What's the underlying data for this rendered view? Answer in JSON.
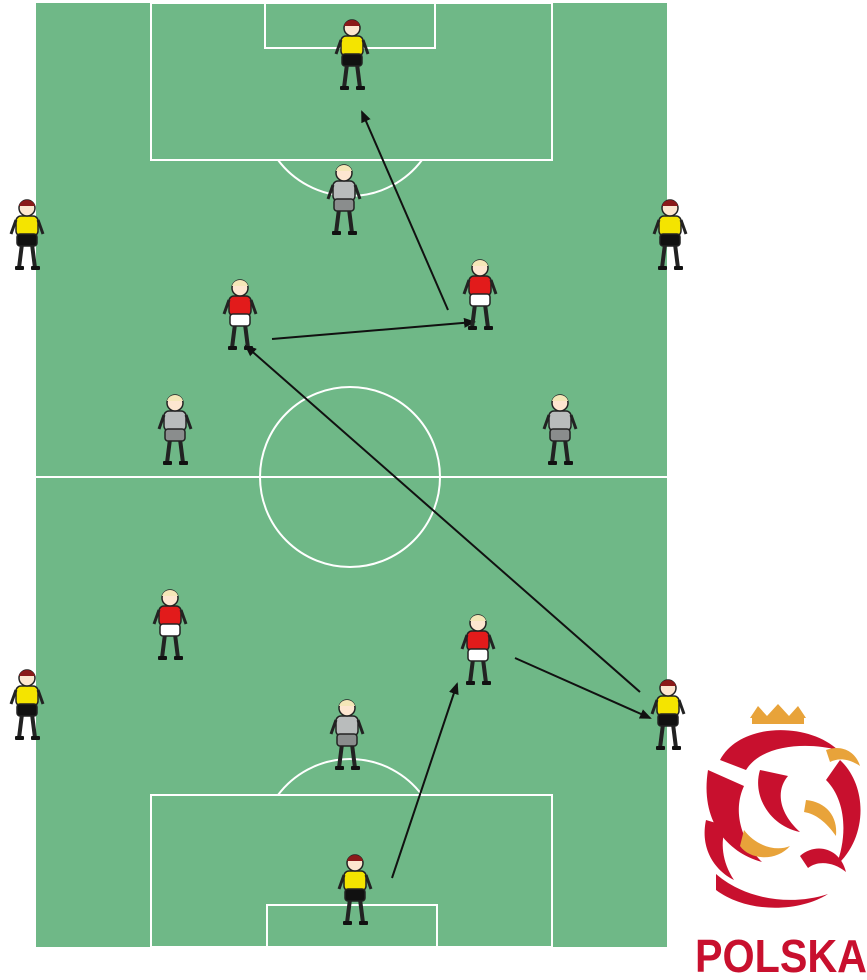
{
  "pitch": {
    "colors": {
      "grass": "#6fb887",
      "lines": "#ffffff",
      "arrow": "#111111"
    }
  },
  "players": [
    {
      "id": "gk-top",
      "role": "goalkeeper",
      "team": "yellow"
    },
    {
      "id": "grey-top-center",
      "role": "defender",
      "team": "grey"
    },
    {
      "id": "red-mid-right",
      "role": "attacker",
      "team": "red"
    },
    {
      "id": "red-mid-left",
      "role": "attacker",
      "team": "red"
    },
    {
      "id": "grey-mid-left",
      "role": "defender",
      "team": "grey"
    },
    {
      "id": "grey-mid-right",
      "role": "defender",
      "team": "grey"
    },
    {
      "id": "red-low-left",
      "role": "attacker",
      "team": "red"
    },
    {
      "id": "red-low-right",
      "role": "attacker",
      "team": "red"
    },
    {
      "id": "grey-bottom-center",
      "role": "defender",
      "team": "grey"
    },
    {
      "id": "gk-bottom",
      "role": "goalkeeper",
      "team": "yellow"
    },
    {
      "id": "wall-left-top",
      "role": "outside-player",
      "team": "yellow"
    },
    {
      "id": "wall-right-top",
      "role": "outside-player",
      "team": "yellow"
    },
    {
      "id": "wall-left-bottom",
      "role": "outside-player",
      "team": "yellow"
    },
    {
      "id": "wall-right-bottom",
      "role": "outside-player",
      "team": "yellow"
    }
  ],
  "team_colors": {
    "yellow": "#f4e400",
    "red": "#e21b1b",
    "grey": "#b9bcbc"
  },
  "passes": [
    {
      "from": "gk-bottom",
      "to": "red-low-right"
    },
    {
      "from": "red-low-right",
      "to": "wall-right-bottom"
    },
    {
      "from": "wall-right-bottom",
      "to": "red-mid-left"
    },
    {
      "from": "red-mid-left",
      "to": "red-mid-right"
    },
    {
      "from": "red-mid-right",
      "to": "gk-top"
    }
  ],
  "logo": {
    "text": "POLSKA",
    "colors": {
      "red": "#c8102e",
      "gold": "#e8a33a"
    }
  }
}
